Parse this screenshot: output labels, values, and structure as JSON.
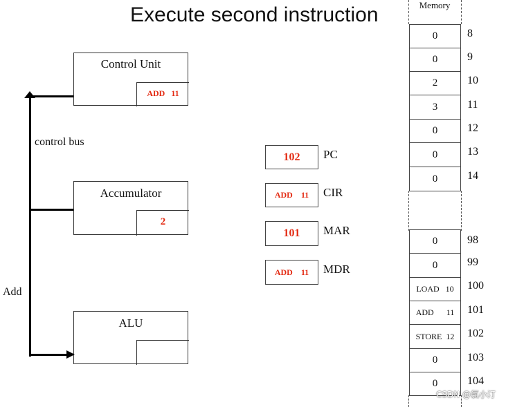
{
  "title": "Execute second instruction",
  "control_unit": {
    "label": "Control Unit",
    "instruction": "ADD   11"
  },
  "accumulator": {
    "label": "Accumulator",
    "value": "2"
  },
  "alu": {
    "label": "ALU"
  },
  "bus": {
    "label": "control bus",
    "signal": "Add"
  },
  "registers": [
    {
      "name": "PC",
      "value": "102"
    },
    {
      "name": "CIR",
      "value": "ADD    11"
    },
    {
      "name": "MAR",
      "value": "101"
    },
    {
      "name": "MDR",
      "value": "ADD    11"
    }
  ],
  "memory": {
    "header": "Memory",
    "cells_top": [
      {
        "address": "8",
        "content": "0"
      },
      {
        "address": "9",
        "content": "0"
      },
      {
        "address": "10",
        "content": "2"
      },
      {
        "address": "11",
        "content": "3"
      },
      {
        "address": "12",
        "content": "0"
      },
      {
        "address": "13",
        "content": "0"
      },
      {
        "address": "14",
        "content": "0"
      }
    ],
    "cells_bottom": [
      {
        "address": "98",
        "content": "0"
      },
      {
        "address": "99",
        "content": "0"
      },
      {
        "address": "100",
        "content": "LOAD   10"
      },
      {
        "address": "101",
        "content": "ADD      11"
      },
      {
        "address": "102",
        "content": "STORE  12"
      },
      {
        "address": "103",
        "content": "0"
      },
      {
        "address": "104",
        "content": "0"
      }
    ]
  },
  "watermark": "CSDN @氯小汀"
}
